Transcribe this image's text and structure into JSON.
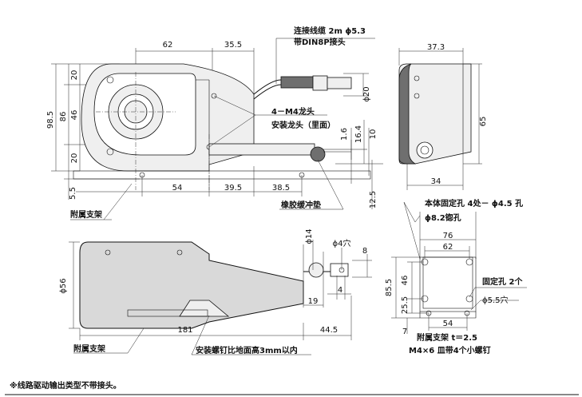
{
  "notes": {
    "cable_label": "连接线缆 2m ϕ5.3",
    "connector_label": "带DIN8P接头",
    "lug_label": "4－M4龙头",
    "lug_mount_label": "安装龙头（里面）",
    "rubber_label": "橡胶缓冲垫",
    "bracket_label_top": "附属支架",
    "bracket_label_bottom": "附属支架",
    "screw_note": "安装螺钉比地面高3mm以内",
    "body_holes": "本体固定孔 4处－ ϕ4.5 孔",
    "spot_face": "ϕ8.2锪孔",
    "fix_holes": "固定孔 2个",
    "hole_dia": "ϕ5.5穴",
    "bracket_spec": "附属支架 t＝2.5",
    "screws_spec": "M4×6 皿带4个小螺钉",
    "footnote": "※线路驱动输出类型不带接头。"
  },
  "dims": {
    "d62": "62",
    "d35_5": "35.5",
    "d98_5": "98.5",
    "d86": "86",
    "d20a": "20",
    "d46": "46",
    "d20b": "20",
    "d5_5": "5.5",
    "d54": "54",
    "d39_5": "39.5",
    "d38_5": "38.5",
    "d20c": "ϕ20",
    "d1_6": "1.6",
    "d16_4": "16.4",
    "d10": "10",
    "d12_5": "12.5",
    "d37_3": "37.3",
    "d65": "65",
    "d34": "34",
    "d14": "ϕ14",
    "d4hole": "ϕ4穴",
    "d8": "8",
    "d56": "ϕ56",
    "d19": "19",
    "d4": "4",
    "d181": "181",
    "d44_5": "44.5",
    "d76": "76",
    "d62b": "62",
    "d85_5": "85.5",
    "d46b": "46",
    "d25_5": "25.5",
    "d54b": "54",
    "d7": "7"
  }
}
